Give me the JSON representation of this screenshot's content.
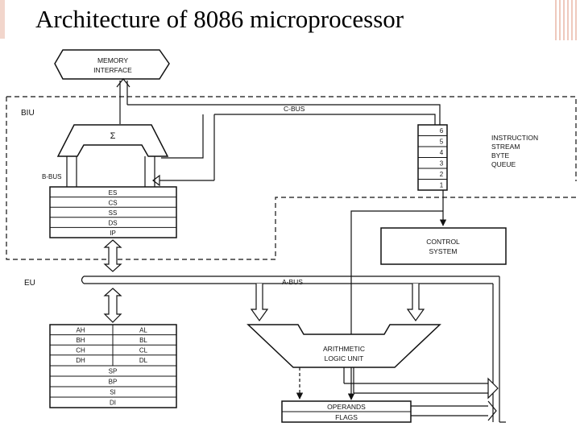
{
  "title": "Architecture of 8086 microprocessor",
  "memory_interface": [
    "MEMORY",
    "INTERFACE"
  ],
  "biu_label": "BIU",
  "eu_label": "EU",
  "c_bus_label": "C-BUS",
  "b_bus_label": "B-BUS",
  "a_bus_label": "A-BUS",
  "sigma_label": "Σ",
  "segment_registers": [
    "ES",
    "CS",
    "SS",
    "DS",
    "IP"
  ],
  "queue_slots": [
    "6",
    "5",
    "4",
    "3",
    "2",
    "1"
  ],
  "queue_label": [
    "INSTRUCTION",
    "STREAM",
    "BYTE",
    "QUEUE"
  ],
  "control_system": [
    "CONTROL",
    "SYSTEM"
  ],
  "general_registers": [
    [
      "AH",
      "AL"
    ],
    [
      "BH",
      "BL"
    ],
    [
      "CH",
      "CL"
    ],
    [
      "DH",
      "DL"
    ]
  ],
  "pointer_registers": [
    "SP",
    "BP",
    "SI",
    "DI"
  ],
  "alu_label": [
    "ARITHMETIC",
    "LOGIC UNIT"
  ],
  "operands_label": "OPERANDS",
  "flags_label": "FLAGS"
}
